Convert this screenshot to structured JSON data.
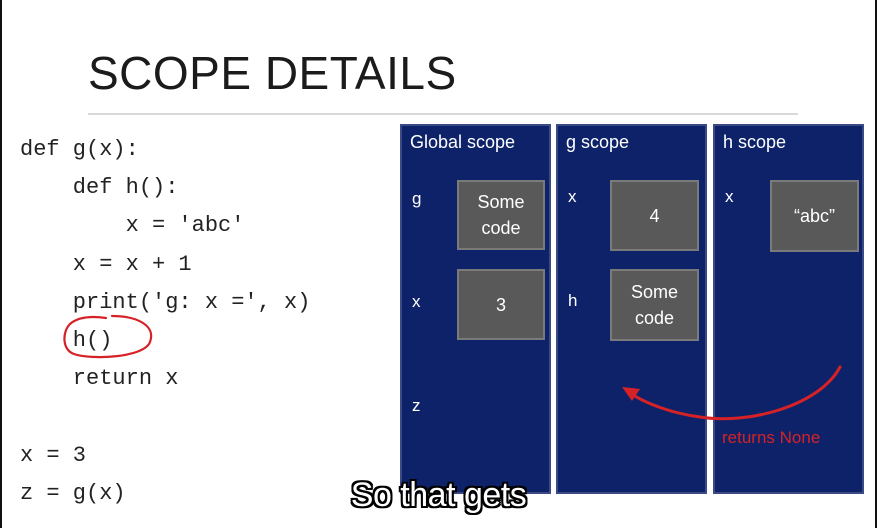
{
  "slide": {
    "title": "SCOPE DETAILS",
    "code": [
      "def g(x):",
      "    def h():",
      "        x = 'abc'",
      "    x = x + 1",
      "    print('g: x =', x)",
      "    h()",
      "    return x",
      "x = 3",
      "z = g(x)"
    ],
    "panels": [
      {
        "title": "Global scope",
        "vars": [
          {
            "name": "g",
            "value": "Some\ncode"
          },
          {
            "name": "x",
            "value": "3"
          },
          {
            "name": "z",
            "value": ""
          }
        ]
      },
      {
        "title": "g scope",
        "vars": [
          {
            "name": "x",
            "value": "4"
          },
          {
            "name": "h",
            "value": "Some\ncode"
          }
        ]
      },
      {
        "title": "h scope",
        "vars": [
          {
            "name": "x",
            "value": "“abc”"
          }
        ]
      }
    ],
    "annotation": {
      "returns_label": "returns None",
      "arrow_color": "#d62226",
      "circle_color": "#d62226"
    },
    "colors": {
      "panel_bg": "#0d2269",
      "value_box": "#595959",
      "accent_red": "#d62226"
    }
  },
  "caption": "So that gets"
}
